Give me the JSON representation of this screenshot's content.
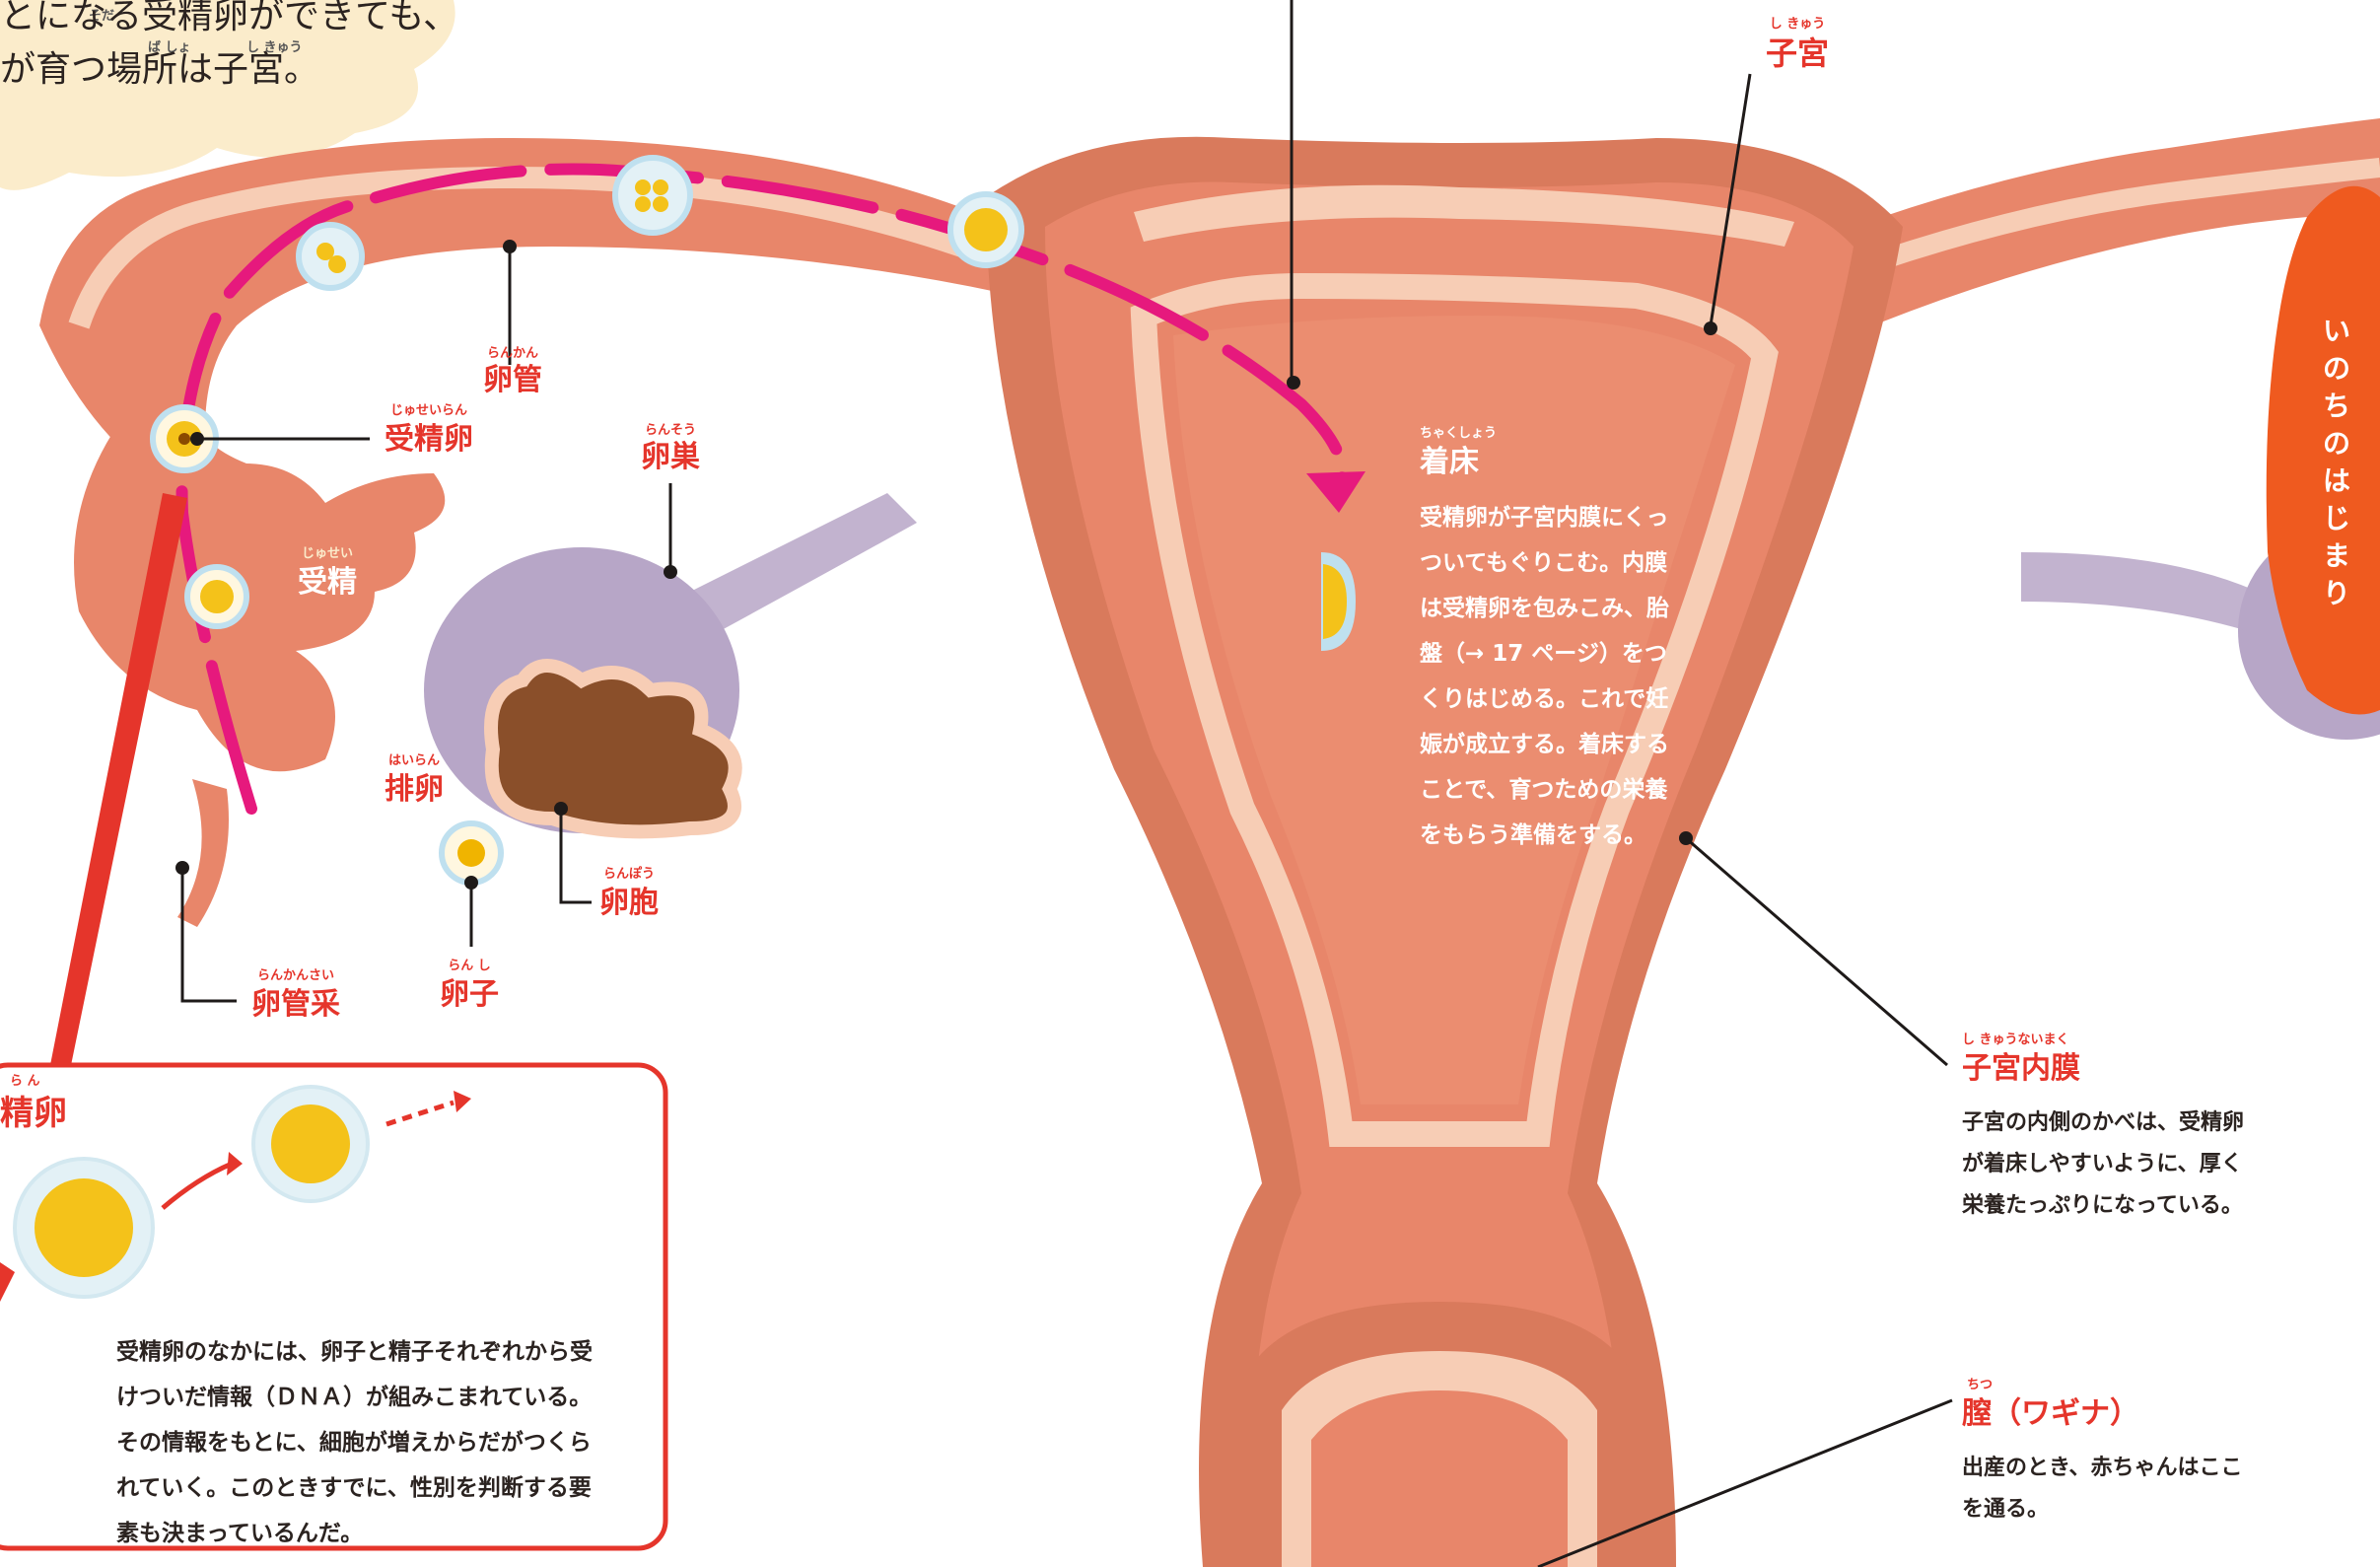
{
  "intro": {
    "line1": "とになる受精卵ができても、",
    "line2": "が育つ場所は子宮。",
    "ruby1": "そだ",
    "ruby2": "ば しょ",
    "ruby3": "し きゅう"
  },
  "side_tab": {
    "label": "いのちのはじまり"
  },
  "labels": {
    "uterus": {
      "text": "子宮",
      "ruby": "し きゅう"
    },
    "oviduct": {
      "text": "卵管",
      "ruby": "らんかん"
    },
    "fertilized_egg": {
      "text": "受精卵",
      "ruby": "じゅせいらん"
    },
    "ovary": {
      "text": "卵巣",
      "ruby": "らんそう"
    },
    "fertilization": {
      "text": "受精",
      "ruby": "じゅせい"
    },
    "ovulation": {
      "text": "排卵",
      "ruby": "はいらん"
    },
    "follicle": {
      "text": "卵胞",
      "ruby": "らんぽう"
    },
    "egg": {
      "text": "卵子",
      "ruby": "らん し"
    },
    "fimbriae": {
      "text": "卵管采",
      "ruby": "らんかんさい"
    },
    "implantation": {
      "text": "着床",
      "ruby": "ちゃくしょう",
      "body": [
        "受精卵が子宮内膜にくっ",
        "ついてもぐりこむ。内膜",
        "は受精卵を包みこみ、胎",
        "盤（→ 17 ページ）をつ",
        "くりはじめる。これで妊",
        "娠が成立する。着床する",
        "ことで、育つための栄養",
        "をもらう準備をする。"
      ]
    },
    "endometrium": {
      "text": "子宮内膜",
      "ruby": "し きゅうないまく",
      "body": [
        "子宮の内側のかべは、受精卵",
        "が着床しやすいように、厚く",
        "栄養たっぷりになっている。"
      ]
    },
    "vagina": {
      "text": "膣（ワギナ）",
      "ruby": "ちつ",
      "body": [
        "出産のとき、赤ちゃんはここ",
        "を通る。"
      ]
    }
  },
  "inset": {
    "title": "精卵",
    "title_ruby": "ら ん",
    "body": [
      "受精卵のなかには、卵子と精子それぞれから受",
      "けついだ情報（ＤＮＡ）が組みこまれている。",
      "その情報をもとに、細胞が増えからだがつくら",
      "れていく。このときすでに、性別を判断する要",
      "素も決まっているんだ。"
    ]
  },
  "colors": {
    "accent": "#e5352b",
    "path": "#e6197d",
    "tissue": "#e8866a",
    "lining": "#f7cdb5",
    "ovary": "#b7a6c7",
    "tab": "#ef5a1f",
    "intro_bg": "#fbeccb"
  }
}
